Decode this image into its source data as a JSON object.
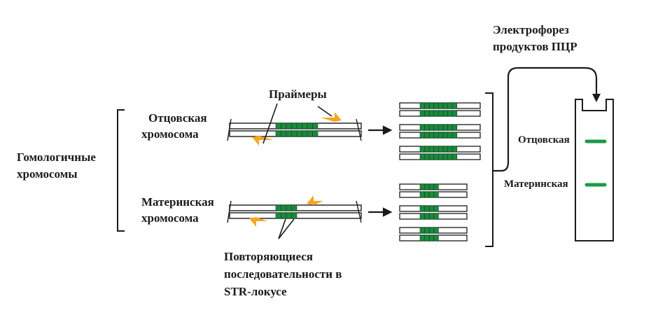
{
  "labels": {
    "homologous": [
      "Гомологичные",
      "хромосомы"
    ],
    "paternal_chromosome": [
      "Отцовская",
      "хромосома"
    ],
    "maternal_chromosome": [
      "Материнская",
      "хромосома"
    ],
    "primers": "Праймеры",
    "repeats": [
      "Повторяющиеся",
      "последовательности в",
      "STR-локусе"
    ],
    "electrophoresis": [
      "Электрофорез",
      "продуктов ПЦР"
    ],
    "gel_paternal": "Отцовская",
    "gel_maternal": "Материнская"
  },
  "colors": {
    "repeat_block": "#1a8a3c",
    "primer": "#f5a623",
    "band": "#1a9a48",
    "line": "#1a1a1a"
  },
  "repeats": {
    "paternal_units": 8,
    "maternal_units": 4
  }
}
